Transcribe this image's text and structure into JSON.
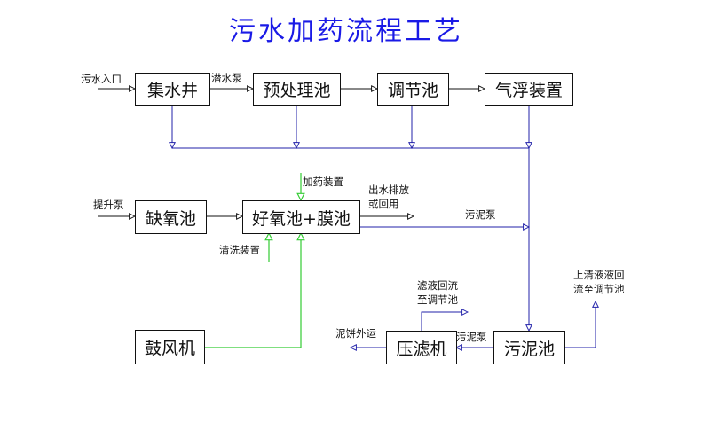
{
  "title": "污水加药流程工艺",
  "colors": {
    "title": "#1a1ae6",
    "main_flow": "#111111",
    "sludge_flow": "#2222aa",
    "air_chem_flow": "#33cc33"
  },
  "nodes": {
    "collection_well": "集水井",
    "pretreatment_tank": "预处理池",
    "equalization_tank": "调节池",
    "air_flotation": "气浮装置",
    "anoxic_tank": "缺氧池",
    "aerobic_membrane_tank": "好氧池+膜池",
    "blower": "鼓风机",
    "filter_press": "压滤机",
    "sludge_tank": "污泥池"
  },
  "labels": {
    "sewage_inlet": "污水入口",
    "submersible_pump": "潜水泵",
    "lift_pump": "提升泵",
    "dosing_device": "加药装置",
    "cleaning_device": "清洗装置",
    "effluent_line1": "出水排放",
    "effluent_line2": "或回用",
    "sludge_pump_upper": "污泥泵",
    "sludge_pump_lower": "污泥泵",
    "filtrate_line1": "滤液回流",
    "filtrate_line2": "至调节池",
    "supernatant_line1": "上清液液回",
    "supernatant_line2": "流至调节池",
    "cake_out": "泥饼外运"
  }
}
